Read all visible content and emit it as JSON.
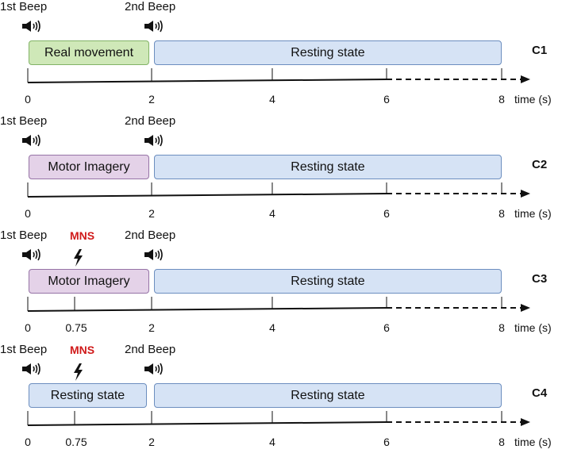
{
  "beep1": "1st Beep",
  "beep2": "2nd Beep",
  "mns": "MNS",
  "unit": "time (s)",
  "panels": [
    {
      "id": "C1",
      "first": "Real movement",
      "second": "Resting state",
      "ticks": [
        "0",
        "2",
        "4",
        "6",
        "8"
      ]
    },
    {
      "id": "C2",
      "first": "Motor Imagery",
      "second": "Resting state",
      "ticks": [
        "0",
        "2",
        "4",
        "6",
        "8"
      ]
    },
    {
      "id": "C3",
      "first": "Motor Imagery",
      "second": "Resting state",
      "ticks": [
        "0",
        "0.75",
        "2",
        "4",
        "6",
        "8"
      ]
    },
    {
      "id": "C4",
      "first": "Resting state",
      "second": "Resting state",
      "ticks": [
        "0",
        "0.75",
        "2",
        "4",
        "6",
        "8"
      ]
    }
  ],
  "colors": {
    "real_movement": "#cfe8b8",
    "motor_imagery": "#e4d2e8",
    "resting": "#d6e3f5",
    "mns": "#d01a1a"
  }
}
